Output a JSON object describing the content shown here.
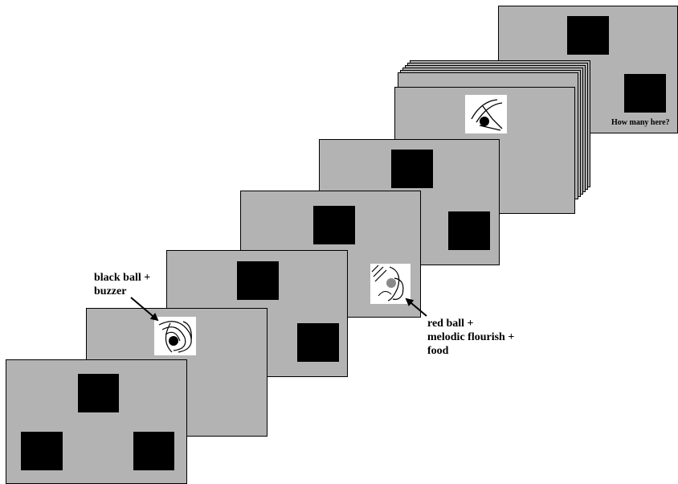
{
  "labels": {
    "black_ball": "black ball +\nbuzzer",
    "red_ball": "red ball +\nmelodic flourish +\nfood",
    "question": "How many here?"
  },
  "colors": {
    "frame_fill": "#b3b3b3",
    "square_fill": "#000000",
    "stimulus_bg": "#ffffff",
    "background": "#ffffff"
  },
  "icons": {
    "black_ball_stimulus": "black-ball-scribble-icon",
    "red_ball_stimulus": "red-ball-scribble-icon",
    "last_stimulus": "ball-scribble-icon"
  }
}
